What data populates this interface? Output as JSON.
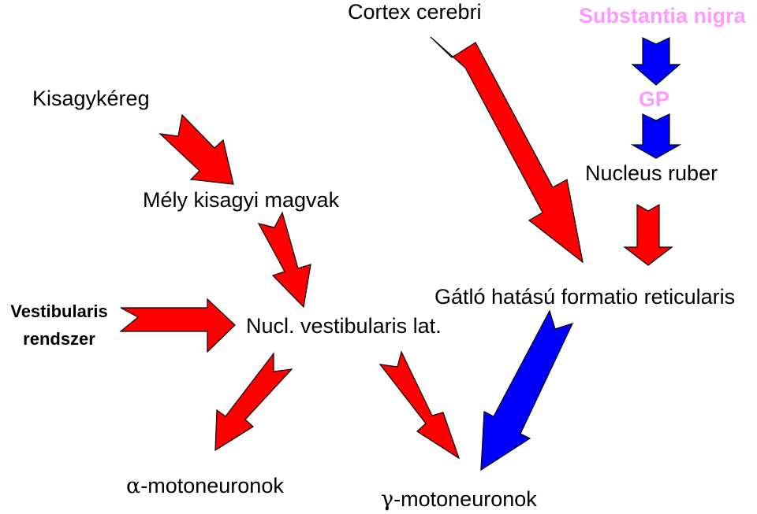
{
  "labels": {
    "cortex_cerebri": "Cortex cerebri",
    "substantia_nigra": "Substantia nigra",
    "kisagykereg": "Kisagykéreg",
    "gp": "GP",
    "nucleus_ruber": "Nucleus ruber",
    "mely_kisagyi_magvak": "Mély kisagyi magvak",
    "vestibularis_rendszer_line1": "Vestibularis",
    "vestibularis_rendszer_line2": "rendszer",
    "gatlo_hatasu": "Gátló hatású formatio reticularis",
    "nucl_vestibularis": "Nucl. vestibularis lat.",
    "alpha_symbol": "α",
    "alpha_text": "-motoneuronok",
    "gamma_symbol": "γ",
    "gamma_text": "-motoneuronok"
  },
  "colors": {
    "excitatory_arrow": "#ff0000",
    "inhibitory_arrow": "#0000ff",
    "highlight_text": "#ff99ff",
    "text": "#000000"
  },
  "arrows": [
    {
      "name": "cortex-to-reticular-arrow",
      "from": "Cortex cerebri",
      "to": "Gátló hatású formatio reticularis",
      "type": "excitatory"
    },
    {
      "name": "substantia-nigra-to-gp-arrow",
      "from": "Substantia nigra",
      "to": "GP",
      "type": "inhibitory"
    },
    {
      "name": "gp-to-nucleus-ruber-arrow",
      "from": "GP",
      "to": "Nucleus ruber",
      "type": "inhibitory"
    },
    {
      "name": "nucleus-ruber-to-reticular-arrow",
      "from": "Nucleus ruber",
      "to": "Gátló hatású formatio reticularis",
      "type": "excitatory"
    },
    {
      "name": "kisagykereg-to-mely-kisagyi-arrow",
      "from": "Kisagykéreg",
      "to": "Mély kisagyi magvak",
      "type": "excitatory"
    },
    {
      "name": "mely-kisagyi-to-nucl-vestibularis-arrow",
      "from": "Mély kisagyi magvak",
      "to": "Nucl. vestibularis lat.",
      "type": "excitatory"
    },
    {
      "name": "vestibularis-rendszer-to-nucl-arrow",
      "from": "Vestibularis rendszer",
      "to": "Nucl. vestibularis lat.",
      "type": "excitatory"
    },
    {
      "name": "nucl-to-alpha-arrow",
      "from": "Nucl. vestibularis lat.",
      "to": "α-motoneuronok",
      "type": "excitatory"
    },
    {
      "name": "nucl-to-gamma-arrow",
      "from": "Nucl. vestibularis lat.",
      "to": "γ-motoneuronok",
      "type": "excitatory"
    },
    {
      "name": "reticular-to-gamma-arrow",
      "from": "Gátló hatású formatio reticularis",
      "to": "γ-motoneuronok",
      "type": "inhibitory"
    }
  ]
}
